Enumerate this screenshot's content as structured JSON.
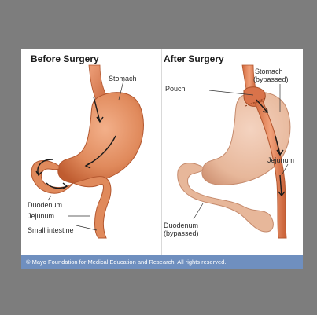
{
  "panels": {
    "before": {
      "title": "Before Surgery",
      "labels": {
        "stomach": "Stomach",
        "duodenum": "Duodenum",
        "jejunum": "Jejunum",
        "small_intestine": "Small intestine"
      }
    },
    "after": {
      "title": "After Surgery",
      "labels": {
        "pouch": "Pouch",
        "stomach_line1": "Stomach",
        "stomach_line2": "(bypassed)",
        "jejunum": "Jejunum",
        "duodenum_line1": "Duodenum",
        "duodenum_line2": "(bypassed)"
      }
    }
  },
  "credit": "© Mayo Foundation for Medical Education and Research.  All rights reserved.",
  "colors": {
    "background": "#7d7d7d",
    "organ": "#e08a5c",
    "organ_dark": "#c9663a",
    "organ_bypassed": "#e7b79a",
    "credit_bar": "#6f8fbf"
  }
}
